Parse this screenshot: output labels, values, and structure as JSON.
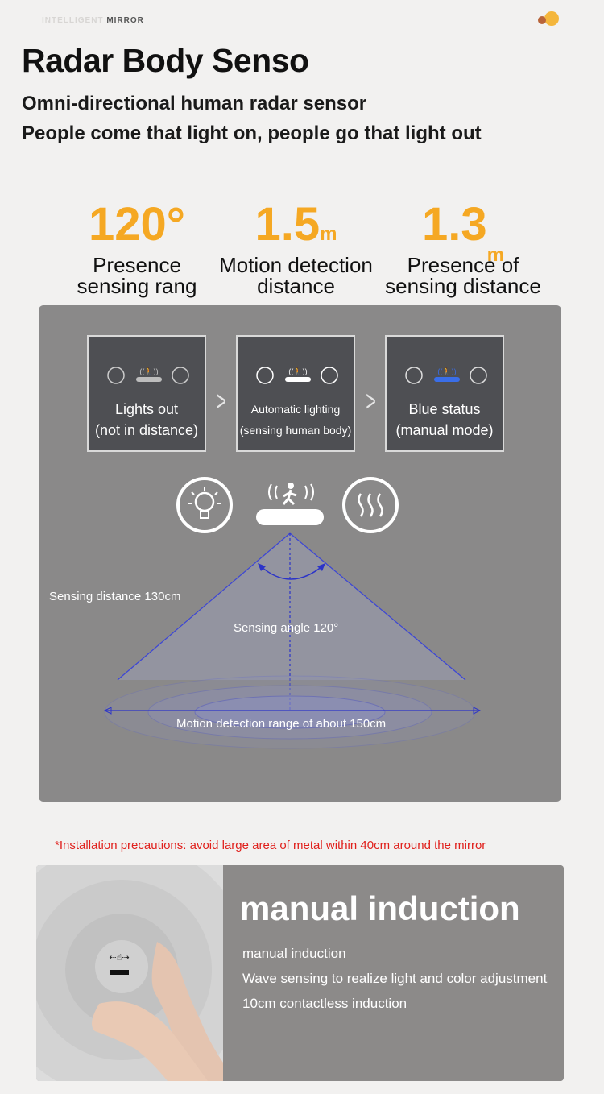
{
  "header": {
    "brand_light": "INTELLIGENT",
    "brand_strong": "MIRROR",
    "title": "Radar Body Senso",
    "subtitle_line1": "Omni-directional human radar sensor",
    "subtitle_line2": "People come that light on, people go that light out"
  },
  "stats": [
    {
      "value": "120°",
      "unit": "",
      "caption_line1": "Presence",
      "caption_line2": "sensing rang"
    },
    {
      "value": "1.5",
      "unit": "m",
      "caption_line1": "Motion detection",
      "caption_line2": "distance"
    },
    {
      "value": "1.3",
      "unit": "m",
      "caption_line1": "Presence of",
      "caption_line2": "sensing distance"
    }
  ],
  "states": [
    {
      "line1": "Lights out",
      "line2": "(not in distance)"
    },
    {
      "line1": "Automatic lighting",
      "line2": "(sensing human body)"
    },
    {
      "line1": "Blue status",
      "line2": "(manual mode)"
    }
  ],
  "diagram": {
    "sensing_distance": "Sensing distance 130cm",
    "sensing_angle": "Sensing angle 120°",
    "motion_range": "Motion detection range of about 150cm"
  },
  "note": "*Installation precautions: avoid large area of metal within 40cm around the mirror",
  "manual": {
    "heading": "manual induction",
    "lines": [
      "manual induction",
      "Wave sensing to realize light and color adjustment",
      "10cm contactless induction"
    ]
  },
  "colors": {
    "accent_orange": "#f5a823",
    "note_red": "#e0201c",
    "blue_status": "#3a6ee8",
    "panel_gray": "#8a8989"
  }
}
